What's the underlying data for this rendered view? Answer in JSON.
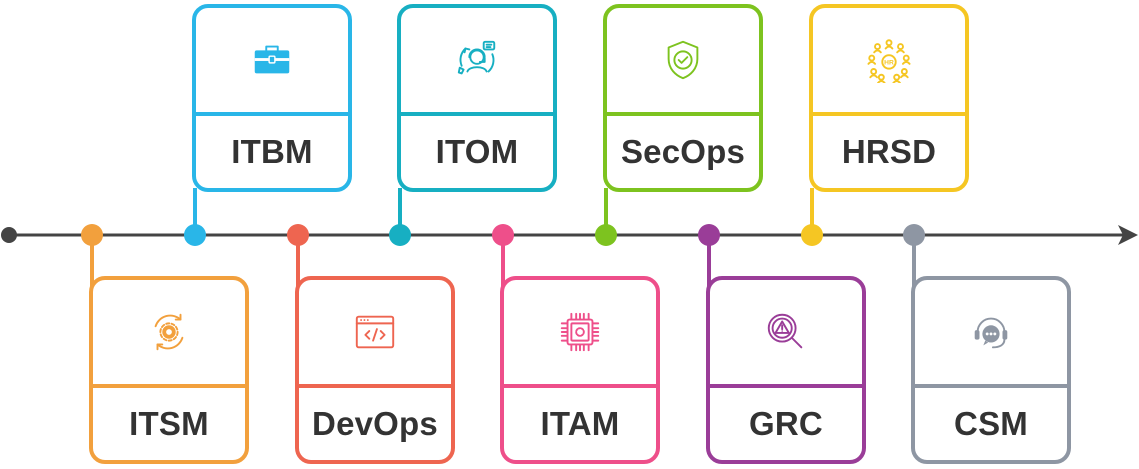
{
  "timeline": {
    "line_color": "#444444",
    "start_dot_color": "#444444",
    "items": [
      {
        "label": "ITSM",
        "icon": "gear-cycle-icon",
        "color": "#F2A03D",
        "position": "below"
      },
      {
        "label": "ITBM",
        "icon": "briefcase-icon",
        "color": "#29B6E8",
        "position": "above"
      },
      {
        "label": "DevOps",
        "icon": "code-window-icon",
        "color": "#EE6550",
        "position": "below"
      },
      {
        "label": "ITOM",
        "icon": "support-agent-icon",
        "color": "#17AFC2",
        "position": "above"
      },
      {
        "label": "ITAM",
        "icon": "chip-icon",
        "color": "#EE4F8A",
        "position": "below"
      },
      {
        "label": "SecOps",
        "icon": "shield-check-icon",
        "color": "#7DC31F",
        "position": "above"
      },
      {
        "label": "GRC",
        "icon": "risk-search-icon",
        "color": "#9A3D98",
        "position": "below"
      },
      {
        "label": "HRSD",
        "icon": "hr-network-icon",
        "color": "#F5C623",
        "position": "above"
      },
      {
        "label": "CSM",
        "icon": "headset-chat-icon",
        "color": "#8E96A3",
        "position": "below"
      }
    ]
  }
}
